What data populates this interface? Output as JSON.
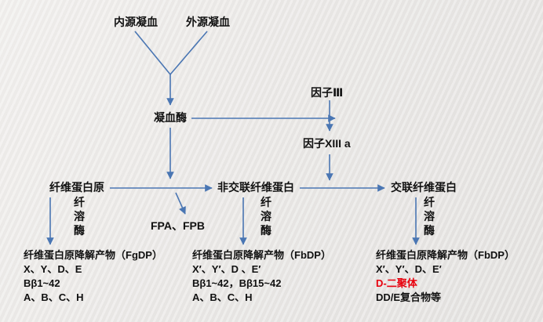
{
  "diagram": {
    "colors": {
      "background": "#eceae8",
      "arrow": "#4a76b3",
      "text": "#111111",
      "highlight": "#e8000d"
    },
    "nodes": {
      "intrinsic": "内源凝血",
      "extrinsic": "外源凝血",
      "thrombin": "凝血酶",
      "factor_iii": "因子Ⅲ",
      "factor_xiii_a": "因子XIII a",
      "fibrinogen": "纤维蛋白原",
      "noncrosslinked_fibrin": "非交联纤维蛋白",
      "crosslinked_fibrin": "交联纤维蛋白",
      "fpa_fpb": "FPA、FPB",
      "plasmin_chars": [
        "纤",
        "溶",
        "酶"
      ]
    },
    "results": {
      "fgdp": {
        "title": "纤维蛋白原降解产物（FgDP）",
        "lines": [
          "X、Y、D、E",
          "Bβ1~42",
          "A、B、C、H"
        ]
      },
      "fbdp_noncrosslinked": {
        "title": "纤维蛋白原降解产物（FbDP）",
        "lines": [
          "X′、Y′、D 、E′",
          "Bβ1~42，Bβ15~42",
          "A、B、C、H"
        ]
      },
      "fbdp_crosslinked": {
        "title": "纤维蛋白原降解产物（FbDP）",
        "lines": [
          "X′、Y′、D、E′",
          "D-二聚体",
          "DD/E复合物等"
        ]
      }
    }
  }
}
